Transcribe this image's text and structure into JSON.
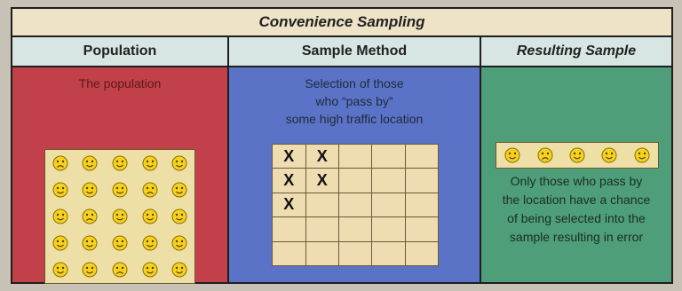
{
  "title": "Convenience Sampling",
  "columns": {
    "population": {
      "header": "Population",
      "caption": "The population"
    },
    "method": {
      "header": "Sample Method",
      "caption_lines": [
        "Selection of those",
        "who “pass by”",
        "some high traffic location"
      ]
    },
    "result": {
      "header": "Resulting Sample",
      "caption_lines": [
        "Only those who pass by",
        "the location have a chance",
        "of being selected into the",
        "sample resulting in error"
      ]
    }
  },
  "population_faces": [
    "frown",
    "smile",
    "smile",
    "smile",
    "smile",
    "smile",
    "smile",
    "smile",
    "frown",
    "smile",
    "smile",
    "frown",
    "smile",
    "smile",
    "smile",
    "smile",
    "smile",
    "smile",
    "smile",
    "smile",
    "smile",
    "smile",
    "frown",
    "smile",
    "smile"
  ],
  "sample_grid": [
    [
      "X",
      "X",
      "",
      "",
      ""
    ],
    [
      "X",
      "X",
      "",
      "",
      ""
    ],
    [
      "X",
      "",
      "",
      "",
      ""
    ],
    [
      "",
      "",
      "",
      "",
      ""
    ],
    [
      "",
      "",
      "",
      "",
      ""
    ]
  ],
  "sample_faces": [
    "smile",
    "frown",
    "smile",
    "smile",
    "smile"
  ],
  "colors": {
    "population_bg": "#c2404a",
    "method_bg": "#5b73c7",
    "result_bg": "#4f9e7a",
    "header_bg": "#d7e6e2",
    "title_bg": "#efe3c7",
    "box_bg": "#eedfa6",
    "face": "#f4d21e"
  }
}
